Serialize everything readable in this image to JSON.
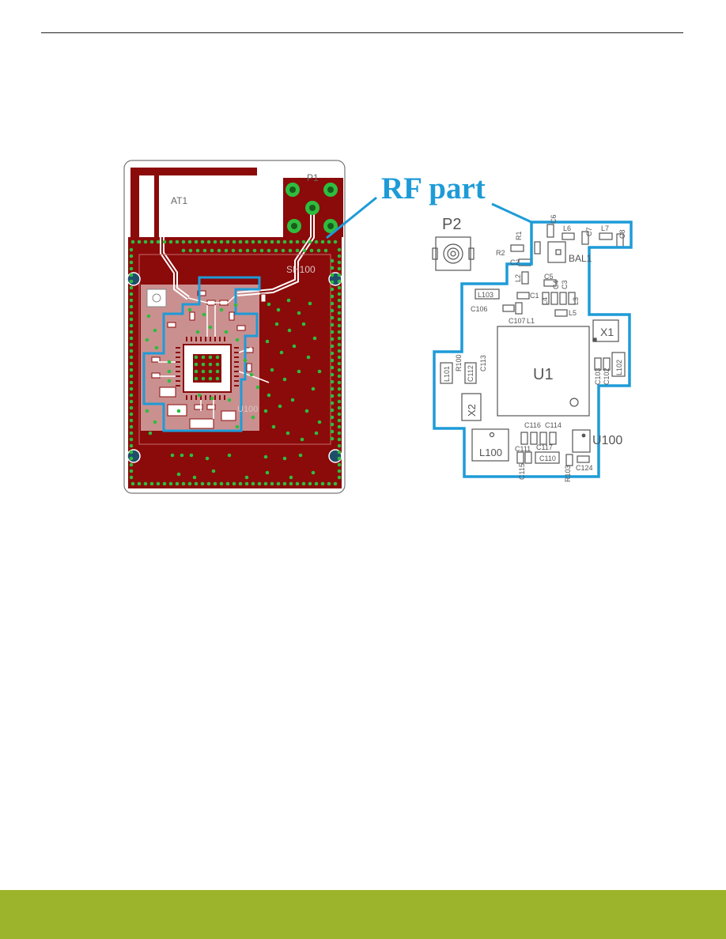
{
  "colors": {
    "footer_band": "#9cb42c",
    "rf_outline": "#1e9bd7",
    "copper": "#8b0a0a",
    "via": "#2ebd3e",
    "callout_text": "#1e9bd7",
    "silkscreen": "#555555"
  },
  "callout": {
    "title": "RF part"
  },
  "pcb_copper": {
    "antenna_label": "AT1",
    "connector_label": "P1",
    "shield_label": "SH100",
    "regulator_label": "U100"
  },
  "silkscreen": {
    "P2": "P2",
    "R1": "R1",
    "R2": "R2",
    "L6": "L6",
    "C6": "C6",
    "C7": "C7",
    "L7": "L7",
    "C8": "C8",
    "BAL1": "BAL1",
    "C2": "C2",
    "L2": "L2",
    "C5": "C5",
    "C4": "C4",
    "C3": "C3",
    "L4": "L4",
    "L3": "L3",
    "L103": "L103",
    "C1": "C1",
    "C106": "C106",
    "L5": "L5",
    "C107": "C107",
    "L1": "L1",
    "X1": "X1",
    "U1": "U1",
    "L101": "L101",
    "R100": "R100",
    "C112": "C112",
    "C113": "C113",
    "L102": "L102",
    "C103": "C103",
    "C102": "C102",
    "X2": "X2",
    "C116": "C116",
    "C114": "C114",
    "U100": "U100",
    "L100": "L100",
    "C111": "C111",
    "C117": "C117",
    "C110": "C110",
    "C115": "C115",
    "R103": "R103",
    "C124": "C124"
  }
}
